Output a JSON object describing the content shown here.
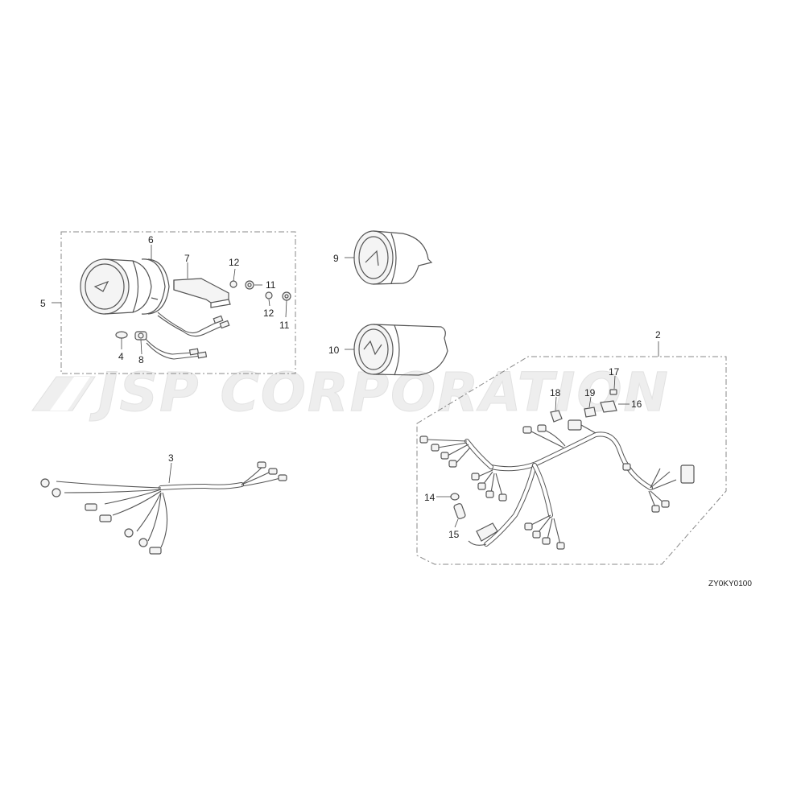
{
  "watermark": {
    "text": "JSP CORPORATION"
  },
  "diagram_code": "ZY0KY0100",
  "callouts": {
    "c2": "2",
    "c3": "3",
    "c4": "4",
    "c5": "5",
    "c6": "6",
    "c7": "7",
    "c8": "8",
    "c9": "9",
    "c10": "10",
    "c11a": "11",
    "c11b": "11",
    "c12a": "12",
    "c12b": "12",
    "c14": "14",
    "c15": "15",
    "c16": "16",
    "c17": "17",
    "c18": "18",
    "c19": "19"
  }
}
